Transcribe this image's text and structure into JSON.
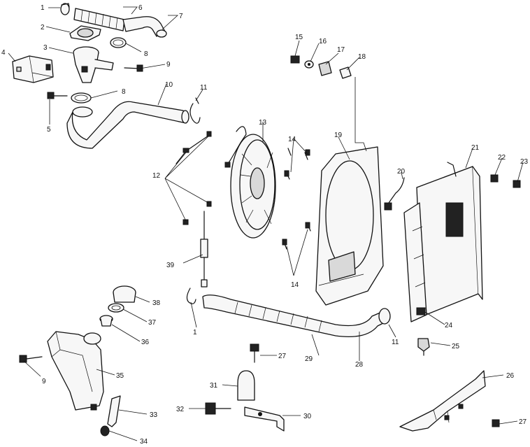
{
  "diagram": {
    "callouts": [
      {
        "id": "c1a",
        "text": "1"
      },
      {
        "id": "c2",
        "text": "2"
      },
      {
        "id": "c3",
        "text": "3"
      },
      {
        "id": "c4",
        "text": "4"
      },
      {
        "id": "c5",
        "text": "5"
      },
      {
        "id": "c6",
        "text": "6"
      },
      {
        "id": "c7",
        "text": "7"
      },
      {
        "id": "c8a",
        "text": "8"
      },
      {
        "id": "c8b",
        "text": "8"
      },
      {
        "id": "c9a",
        "text": "9"
      },
      {
        "id": "c10",
        "text": "10"
      },
      {
        "id": "c11a",
        "text": "11"
      },
      {
        "id": "c12",
        "text": "12"
      },
      {
        "id": "c13",
        "text": "13"
      },
      {
        "id": "c14a",
        "text": "14"
      },
      {
        "id": "c14b",
        "text": "14"
      },
      {
        "id": "c15",
        "text": "15"
      },
      {
        "id": "c16",
        "text": "16"
      },
      {
        "id": "c17",
        "text": "17"
      },
      {
        "id": "c18",
        "text": "18"
      },
      {
        "id": "c19",
        "text": "19"
      },
      {
        "id": "c20",
        "text": "20"
      },
      {
        "id": "c21",
        "text": "21"
      },
      {
        "id": "c22",
        "text": "22"
      },
      {
        "id": "c23",
        "text": "23"
      },
      {
        "id": "c24",
        "text": "24"
      },
      {
        "id": "c25",
        "text": "25"
      },
      {
        "id": "c26",
        "text": "26"
      },
      {
        "id": "c27a",
        "text": "27"
      },
      {
        "id": "c27b",
        "text": "27"
      },
      {
        "id": "c28",
        "text": "28"
      },
      {
        "id": "c29",
        "text": "29"
      },
      {
        "id": "c30",
        "text": "30"
      },
      {
        "id": "c31",
        "text": "31"
      },
      {
        "id": "c32",
        "text": "32"
      },
      {
        "id": "c33",
        "text": "33"
      },
      {
        "id": "c34",
        "text": "34"
      },
      {
        "id": "c35",
        "text": "35"
      },
      {
        "id": "c36",
        "text": "36"
      },
      {
        "id": "c37",
        "text": "37"
      },
      {
        "id": "c38",
        "text": "38"
      },
      {
        "id": "c39",
        "text": "39"
      },
      {
        "id": "c1b",
        "text": "1"
      },
      {
        "id": "c11b",
        "text": "11"
      },
      {
        "id": "c9b",
        "text": "9"
      }
    ]
  }
}
